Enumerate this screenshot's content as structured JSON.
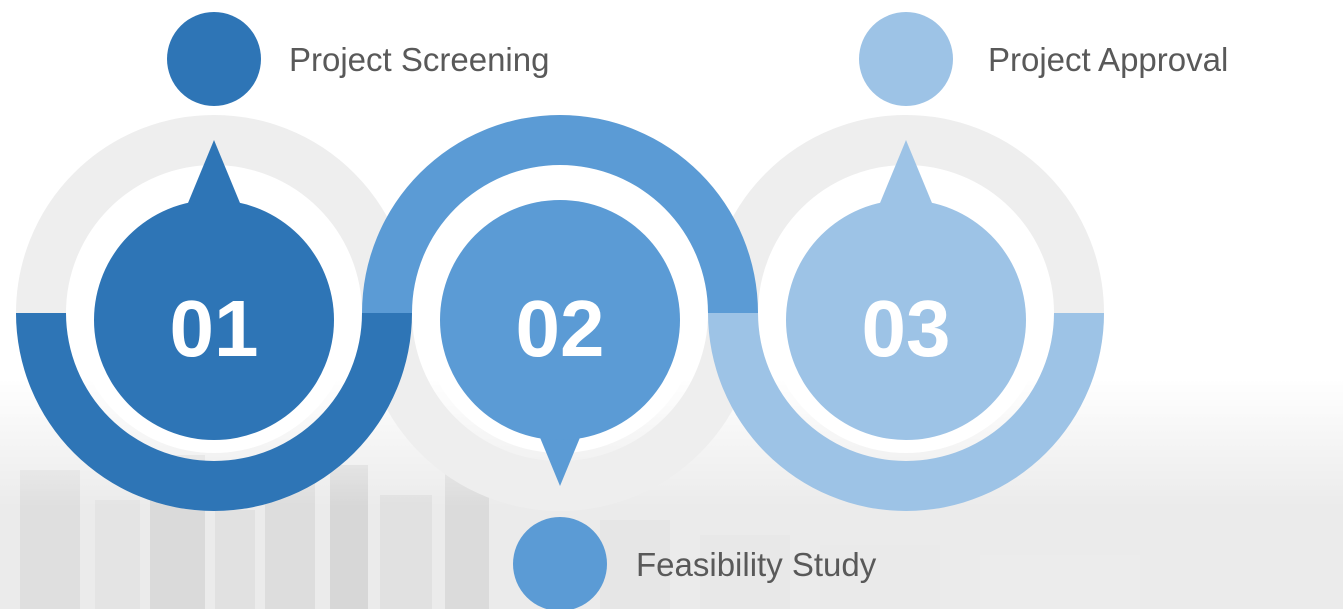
{
  "colors": {
    "step1": "#2e75b6",
    "step2": "#5b9bd5",
    "step3": "#9dc3e6",
    "ring_track": "#eeeeee",
    "label_text": "#595959",
    "number_text": "#ffffff"
  },
  "steps": [
    {
      "number": "01",
      "label": "Project Screening"
    },
    {
      "number": "02",
      "label": "Feasibility Study"
    },
    {
      "number": "03",
      "label": "Project Approval"
    }
  ]
}
